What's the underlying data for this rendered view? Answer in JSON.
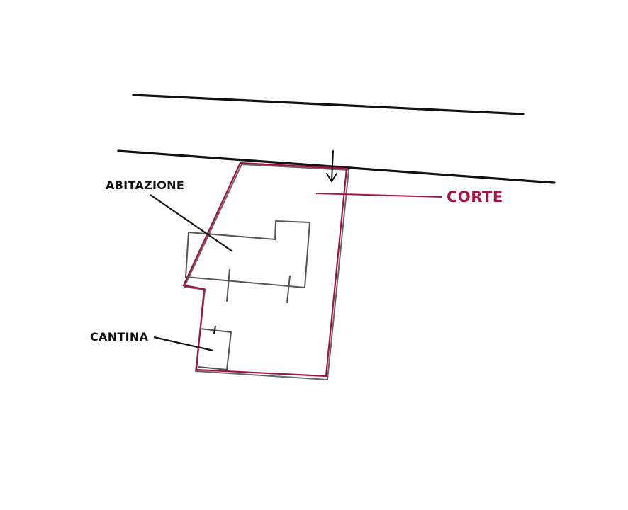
{
  "diagram": {
    "type": "site-plan-sketch",
    "labels": {
      "abitazione": "ABITAZIONE",
      "cantina": "CANTINA",
      "corte": "CORTE"
    },
    "colors": {
      "ink": "#111111",
      "building_outline": "#555555",
      "parcel_outline": "#a5123f",
      "background": "#ffffff"
    },
    "elements": [
      {
        "id": "road-edge-upper",
        "kind": "line"
      },
      {
        "id": "road-edge-lower",
        "kind": "line"
      },
      {
        "id": "access-arrow",
        "kind": "arrow",
        "direction": "down"
      },
      {
        "id": "parcel-corte",
        "kind": "polygon"
      },
      {
        "id": "building-abitazione",
        "kind": "polygon"
      },
      {
        "id": "building-cantina",
        "kind": "polygon"
      }
    ]
  }
}
